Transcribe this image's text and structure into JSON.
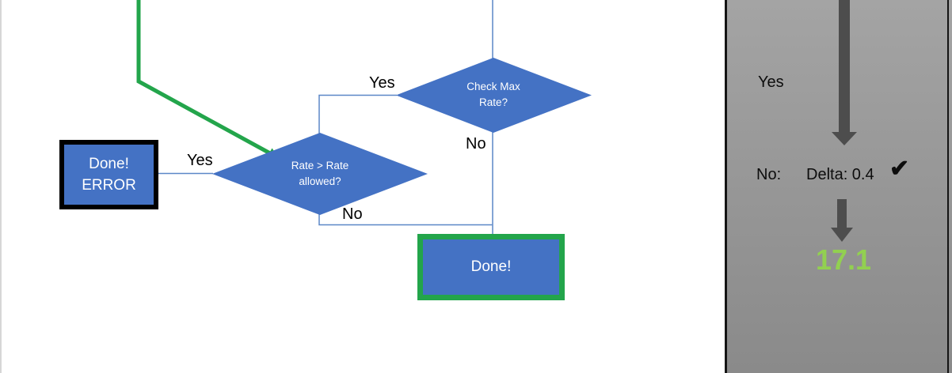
{
  "flowchart": {
    "check_max_decision": {
      "lines": [
        "Check Max",
        "Rate?"
      ],
      "yes_label": "Yes",
      "no_label": "No"
    },
    "rate_allowed_decision": {
      "lines": [
        "Rate > Rate",
        "allowed?"
      ],
      "yes_label": "Yes",
      "no_label": "No"
    },
    "done_error_box": {
      "lines": [
        "Done!",
        "ERROR"
      ]
    },
    "done_box": {
      "label": "Done!"
    }
  },
  "side_panel": {
    "yes_label": "Yes",
    "no_label": "No:",
    "delta_value": "Delta: 0.4",
    "checkmark": "✔",
    "result_value": "17.1"
  },
  "colors": {
    "node_blue": "#4472C4",
    "connector_blue": "#5B87C7",
    "highlight_green": "#23A54B",
    "result_green": "#92D050",
    "arrow_gray": "#4d4d4d",
    "panel_gray": "#989898"
  }
}
